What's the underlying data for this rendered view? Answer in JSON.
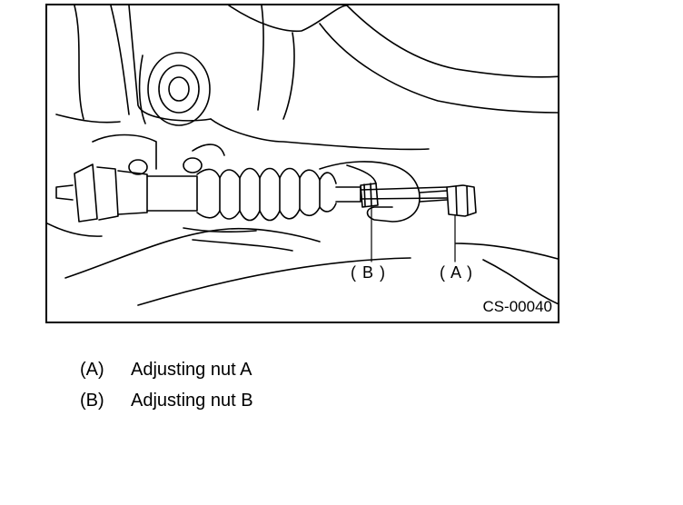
{
  "figure": {
    "code": "CS-00040",
    "callouts": {
      "a": "( A )",
      "b": "( B )"
    }
  },
  "legend": [
    {
      "key": "(A)",
      "label": "Adjusting nut A"
    },
    {
      "key": "(B)",
      "label": "Adjusting nut B"
    }
  ]
}
